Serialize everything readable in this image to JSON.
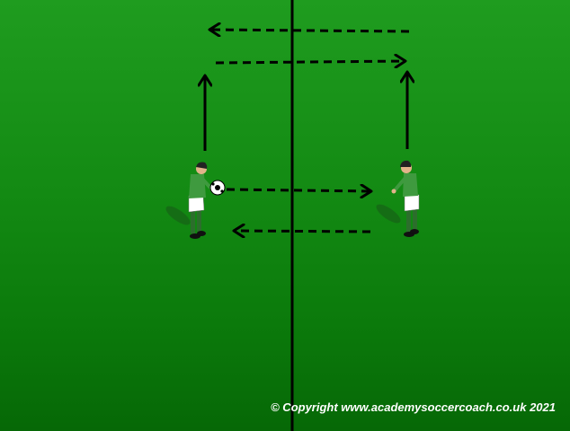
{
  "diagram": {
    "copyright": "© Copyright www.academysoccercoach.co.uk 2021",
    "colors": {
      "pitch_top": "#1f9c1f",
      "pitch_bottom": "#066806",
      "lines": "#000000",
      "kit_shirt": "#3f9a3f",
      "kit_shorts": "#ffffff",
      "kit_socks": "#2c6e2c",
      "ball": "#ffffff"
    },
    "players": [
      {
        "id": "left-player",
        "role": "thrower",
        "has_ball": true
      },
      {
        "id": "right-player",
        "role": "receiver",
        "has_ball": false
      }
    ],
    "arrows": [
      {
        "id": "top-return-pass",
        "style": "dashed",
        "direction": "left"
      },
      {
        "id": "top-forward-pass",
        "style": "dashed",
        "direction": "right"
      },
      {
        "id": "left-player-run",
        "style": "solid",
        "direction": "up"
      },
      {
        "id": "right-player-run",
        "style": "solid",
        "direction": "up"
      },
      {
        "id": "middle-pass",
        "style": "dashed",
        "direction": "right"
      },
      {
        "id": "bottom-return-pass",
        "style": "dashed",
        "direction": "left"
      }
    ]
  }
}
